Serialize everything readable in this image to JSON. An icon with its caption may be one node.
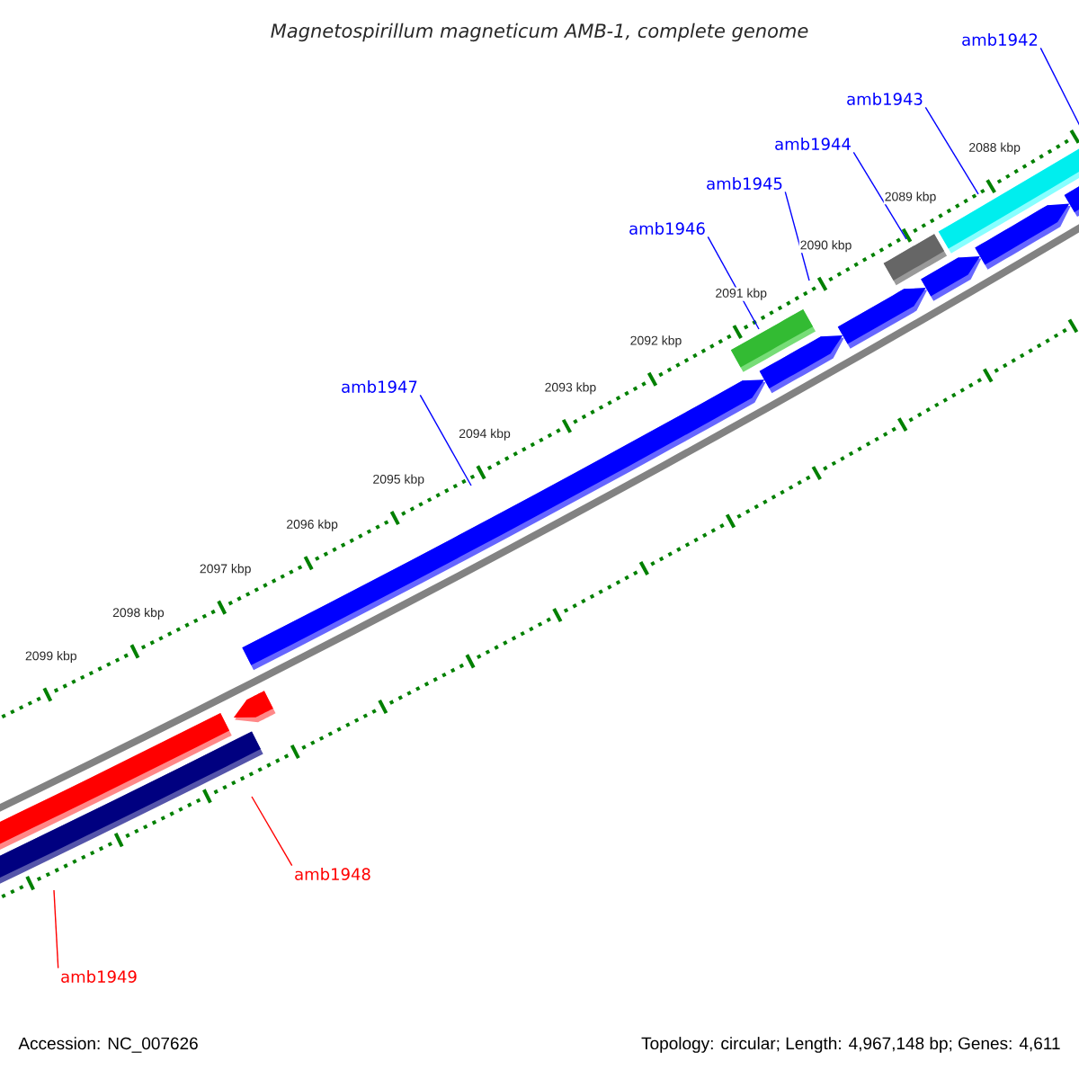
{
  "diagram": {
    "title": "Magnetospirillum magneticum AMB-1, complete genome",
    "nodes": [
      {
        "text": [
          "amb1942"
        ]
      },
      {
        "text": [
          "amb1943"
        ]
      },
      {
        "text": [
          "amb1944"
        ]
      },
      {
        "text": [
          "amb1945"
        ]
      },
      {
        "text": [
          "amb1946"
        ]
      },
      {
        "text": [
          "amb1947"
        ]
      },
      {
        "text": [
          "amb1948"
        ]
      },
      {
        "text": [
          "amb1949"
        ]
      }
    ],
    "edges": [
      {
        "from": 0,
        "to": null,
        "arrow": "none"
      },
      {
        "from": 1,
        "to": null,
        "arrow": "none"
      },
      {
        "from": 2,
        "to": null,
        "arrow": "none"
      },
      {
        "from": 3,
        "to": null,
        "arrow": "none"
      },
      {
        "from": 4,
        "to": null,
        "arrow": "none"
      },
      {
        "from": 5,
        "to": null,
        "arrow": "none"
      },
      {
        "from": 6,
        "to": null,
        "arrow": "none",
        "color": "#ff0000"
      },
      {
        "from": 7,
        "to": null,
        "arrow": "none",
        "color": "#ff0000"
      }
    ],
    "labels": [
      "2088 kbp",
      "2089 kbp",
      "2090 kbp",
      "2091 kbp",
      "2092 kbp",
      "2093 kbp",
      "2094 kbp",
      "2095 kbp",
      "2096 kbp",
      "2097 kbp",
      "2098 kbp",
      "2099 kbp",
      "Accession: NC_007626",
      "Topology: circular; Length: 4,967,148 bp; Genes: 4,611"
    ]
  }
}
